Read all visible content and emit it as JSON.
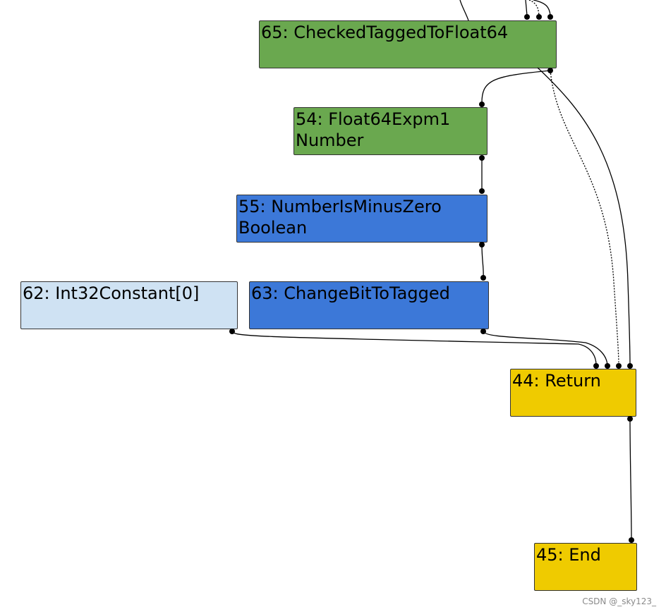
{
  "nodes": {
    "n65": {
      "line1": "65: CheckedTaggedToFloat64",
      "color": "#6aa84f"
    },
    "n54": {
      "line1": "54: Float64Expm1",
      "line2": "Number",
      "color": "#6aa84f"
    },
    "n55": {
      "line1": "55: NumberIsMinusZero",
      "line2": "Boolean",
      "color": "#3c78d8"
    },
    "n62": {
      "line1": "62: Int32Constant[0]",
      "color": "#cfe2f3"
    },
    "n63": {
      "line1": "63: ChangeBitToTagged",
      "color": "#3c78d8"
    },
    "n44": {
      "line1": "44: Return",
      "color": "#efcb00"
    },
    "n45": {
      "line1": "45: End",
      "color": "#efcb00"
    }
  },
  "edges": [
    {
      "from": "65",
      "to": "54",
      "style": "solid"
    },
    {
      "from": "54",
      "to": "55",
      "style": "solid"
    },
    {
      "from": "55",
      "to": "63",
      "style": "solid"
    },
    {
      "from": "62",
      "to": "44",
      "style": "solid"
    },
    {
      "from": "63",
      "to": "44",
      "style": "solid"
    },
    {
      "from": "65",
      "to": "44",
      "style": "dotted"
    },
    {
      "from": "65",
      "to": "44",
      "style": "solid"
    },
    {
      "from": "44",
      "to": "45",
      "style": "solid"
    }
  ],
  "watermark": "CSDN @_sky123_"
}
